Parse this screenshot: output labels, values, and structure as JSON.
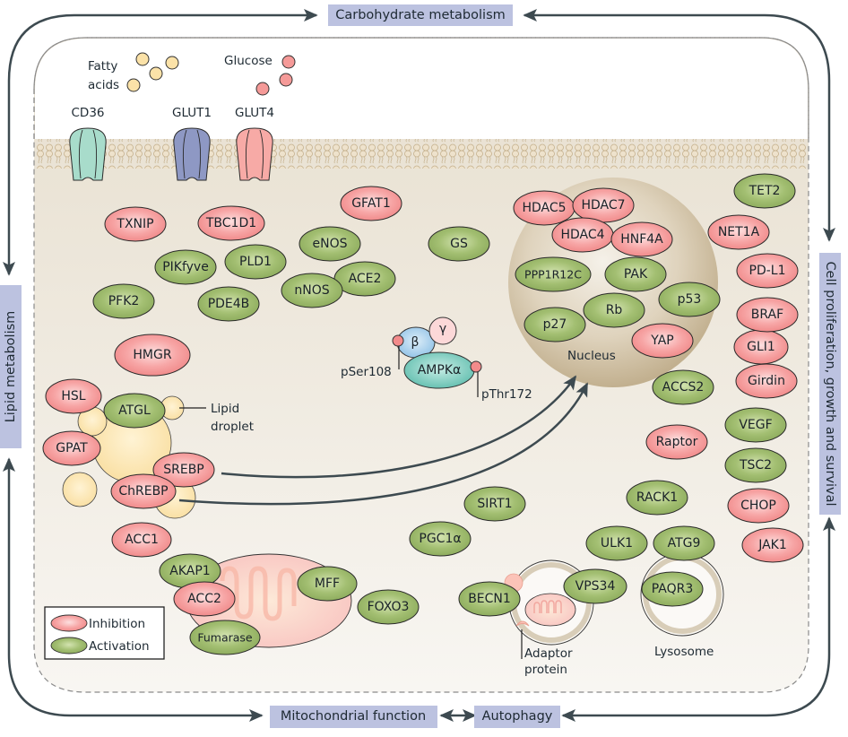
{
  "colors": {
    "inhibition": "#f29393",
    "activation": "#92b060",
    "box_bg": "#bcc2e0",
    "arrow": "#3d4a50",
    "cytoplasm": "#ece5d8",
    "lipid_droplet": "#fbe2a8",
    "nucleus": "#c9b99c",
    "cd36": "#a8dccb",
    "glut1": "#8e98c4",
    "glut4": "#f7aaa6",
    "ampk_alpha": "#6cc6b8",
    "ampk_beta": "#9fcbea",
    "ampk_gamma": "#fbd0d0"
  },
  "outer_processes": {
    "top": "Carbohydrate metabolism",
    "left": "Lipid metabolism",
    "right": "Cell proliferation, growth and survival",
    "bottom_left": "Mitochondrial function",
    "bottom_right": "Autophagy"
  },
  "extracellular": {
    "fatty_acids_label_line1": "Fatty",
    "fatty_acids_label_line2": "acids",
    "glucose_label": "Glucose"
  },
  "transporters": [
    {
      "label": "CD36",
      "color": "cd36"
    },
    {
      "label": "GLUT1",
      "color": "glut1"
    },
    {
      "label": "GLUT4",
      "color": "glut4"
    }
  ],
  "ampk": {
    "alpha": "AMPKα",
    "beta": "β",
    "gamma": "γ",
    "site1": "pSer108",
    "site2": "pThr172"
  },
  "annotations": {
    "lipid_droplet_line1": "Lipid",
    "lipid_droplet_line2": "droplet",
    "nucleus": "Nucleus",
    "lysosome": "Lysosome",
    "adaptor_line1": "Adaptor",
    "adaptor_line2": "protein"
  },
  "legend": {
    "inhibition": "Inhibition",
    "activation": "Activation"
  },
  "nodes": [
    {
      "id": "TXNIP",
      "label": "TXNIP",
      "effect": "inhibition"
    },
    {
      "id": "TBC1D1",
      "label": "TBC1D1",
      "effect": "inhibition"
    },
    {
      "id": "GFAT1",
      "label": "GFAT1",
      "effect": "inhibition"
    },
    {
      "id": "eNOS",
      "label": "eNOS",
      "effect": "activation"
    },
    {
      "id": "GS",
      "label": "GS",
      "effect": "activation"
    },
    {
      "id": "PIKfyve",
      "label": "PIKfyve",
      "effect": "activation"
    },
    {
      "id": "PLD1",
      "label": "PLD1",
      "effect": "activation"
    },
    {
      "id": "ACE2",
      "label": "ACE2",
      "effect": "activation"
    },
    {
      "id": "nNOS",
      "label": "nNOS",
      "effect": "activation"
    },
    {
      "id": "PFK2",
      "label": "PFK2",
      "effect": "activation"
    },
    {
      "id": "PDE4B",
      "label": "PDE4B",
      "effect": "activation"
    },
    {
      "id": "HMGR",
      "label": "HMGR",
      "effect": "inhibition"
    },
    {
      "id": "HSL",
      "label": "HSL",
      "effect": "inhibition"
    },
    {
      "id": "ATGL",
      "label": "ATGL",
      "effect": "activation"
    },
    {
      "id": "GPAT",
      "label": "GPAT",
      "effect": "inhibition"
    },
    {
      "id": "SREBP",
      "label": "SREBP",
      "effect": "inhibition"
    },
    {
      "id": "ChREBP",
      "label": "ChREBP",
      "effect": "inhibition"
    },
    {
      "id": "ACC1",
      "label": "ACC1",
      "effect": "inhibition"
    },
    {
      "id": "AKAP1",
      "label": "AKAP1",
      "effect": "activation"
    },
    {
      "id": "ACC2",
      "label": "ACC2",
      "effect": "inhibition"
    },
    {
      "id": "Fumarase",
      "label": "Fumarase",
      "effect": "activation"
    },
    {
      "id": "MFF",
      "label": "MFF",
      "effect": "activation"
    },
    {
      "id": "FOXO3",
      "label": "FOXO3",
      "effect": "activation"
    },
    {
      "id": "PGC1a",
      "label": "PGC1α",
      "effect": "activation"
    },
    {
      "id": "SIRT1",
      "label": "SIRT1",
      "effect": "activation"
    },
    {
      "id": "BECN1",
      "label": "BECN1",
      "effect": "activation"
    },
    {
      "id": "VPS34",
      "label": "VPS34",
      "effect": "activation"
    },
    {
      "id": "ULK1",
      "label": "ULK1",
      "effect": "activation"
    },
    {
      "id": "ATG9",
      "label": "ATG9",
      "effect": "activation"
    },
    {
      "id": "PAQR3",
      "label": "PAQR3",
      "effect": "activation"
    },
    {
      "id": "RACK1",
      "label": "RACK1",
      "effect": "activation"
    },
    {
      "id": "Raptor",
      "label": "Raptor",
      "effect": "inhibition"
    },
    {
      "id": "ACCS2",
      "label": "ACCS2",
      "effect": "activation"
    },
    {
      "id": "HDAC5",
      "label": "HDAC5",
      "effect": "inhibition"
    },
    {
      "id": "HDAC7",
      "label": "HDAC7",
      "effect": "inhibition"
    },
    {
      "id": "HDAC4",
      "label": "HDAC4",
      "effect": "inhibition"
    },
    {
      "id": "HNF4A",
      "label": "HNF4A",
      "effect": "inhibition"
    },
    {
      "id": "PPP1R12C",
      "label": "PPP1R12C",
      "effect": "activation"
    },
    {
      "id": "PAK",
      "label": "PAK",
      "effect": "activation"
    },
    {
      "id": "p53",
      "label": "p53",
      "effect": "activation"
    },
    {
      "id": "Rb",
      "label": "Rb",
      "effect": "activation"
    },
    {
      "id": "p27",
      "label": "p27",
      "effect": "activation"
    },
    {
      "id": "YAP",
      "label": "YAP",
      "effect": "inhibition"
    },
    {
      "id": "GLI1",
      "label": "GLI1",
      "effect": "inhibition"
    },
    {
      "id": "TET2",
      "label": "TET2",
      "effect": "activation"
    },
    {
      "id": "NET1A",
      "label": "NET1A",
      "effect": "inhibition"
    },
    {
      "id": "PD-L1",
      "label": "PD-L1",
      "effect": "inhibition"
    },
    {
      "id": "BRAF",
      "label": "BRAF",
      "effect": "inhibition"
    },
    {
      "id": "Girdin",
      "label": "Girdin",
      "effect": "inhibition"
    },
    {
      "id": "VEGF",
      "label": "VEGF",
      "effect": "activation"
    },
    {
      "id": "TSC2",
      "label": "TSC2",
      "effect": "activation"
    },
    {
      "id": "CHOP",
      "label": "CHOP",
      "effect": "inhibition"
    },
    {
      "id": "JAK1",
      "label": "JAK1",
      "effect": "inhibition"
    }
  ]
}
